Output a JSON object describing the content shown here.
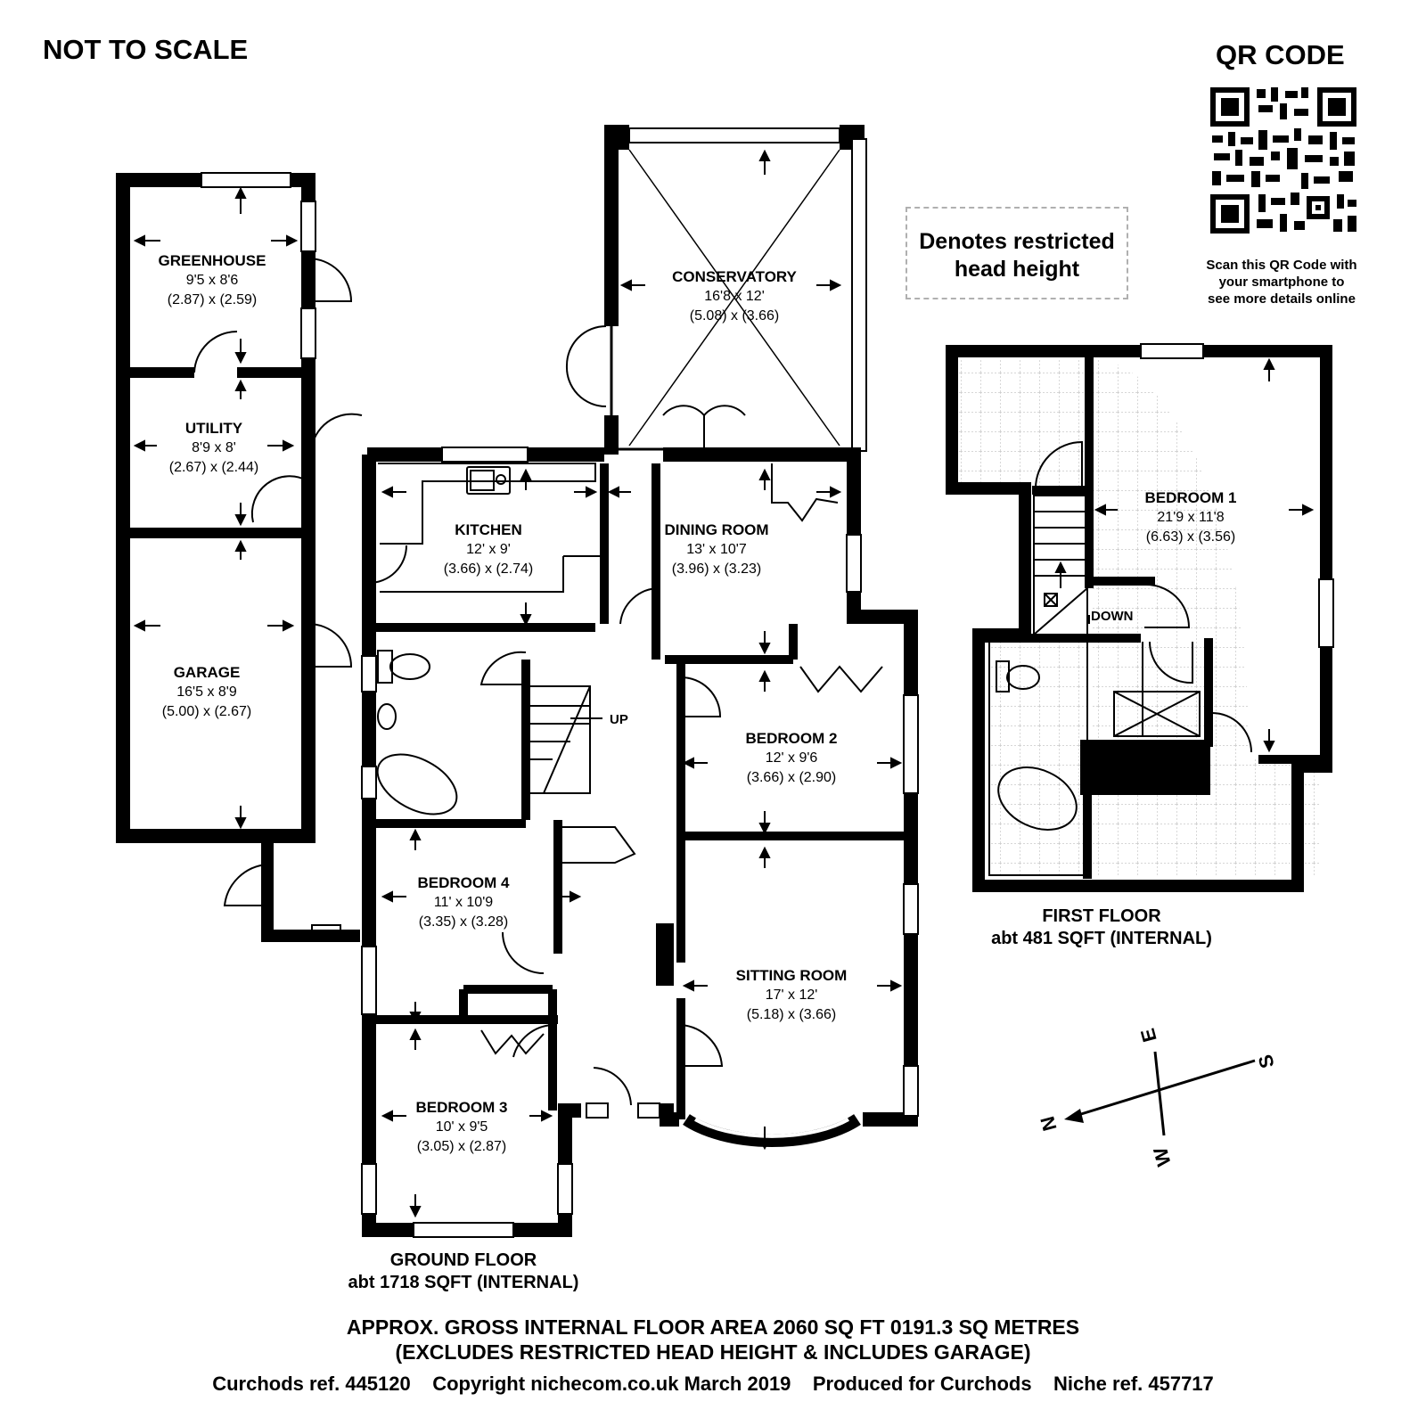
{
  "header": {
    "not_to_scale": "NOT TO SCALE",
    "qr_title": "QR CODE",
    "qr_note": [
      "Scan this QR Code with",
      "your smartphone to",
      "see more details online"
    ]
  },
  "legend": {
    "text": [
      "Denotes restricted",
      "head height"
    ]
  },
  "ground_floor": {
    "label": "GROUND FLOOR",
    "area": "abt 1718 SQFT (INTERNAL)",
    "rooms": {
      "greenhouse": {
        "name": "GREENHOUSE",
        "imperial": "9'5 x 8'6",
        "metric": "(2.87) x (2.59)"
      },
      "utility": {
        "name": "UTILITY",
        "imperial": "8'9 x 8'",
        "metric": "(2.67) x (2.44)"
      },
      "garage": {
        "name": "GARAGE",
        "imperial": "16'5 x 8'9",
        "metric": "(5.00) x (2.67)"
      },
      "conservatory": {
        "name": "CONSERVATORY",
        "imperial": "16'8 x 12'",
        "metric": "(5.08) x (3.66)"
      },
      "kitchen": {
        "name": "KITCHEN",
        "imperial": "12' x 9'",
        "metric": "(3.66) x (2.74)"
      },
      "dining_room": {
        "name": "DINING ROOM",
        "imperial": "13' x 10'7",
        "metric": "(3.96) x (3.23)"
      },
      "bedroom_2": {
        "name": "BEDROOM 2",
        "imperial": "12' x 9'6",
        "metric": "(3.66) x (2.90)"
      },
      "bedroom_4": {
        "name": "BEDROOM 4",
        "imperial": "11' x 10'9",
        "metric": "(3.35) x (3.28)"
      },
      "sitting_room": {
        "name": "SITTING ROOM",
        "imperial": "17' x 12'",
        "metric": "(5.18) x (3.66)"
      },
      "bedroom_3": {
        "name": "BEDROOM 3",
        "imperial": "10' x 9'5",
        "metric": "(3.05) x (2.87)"
      }
    },
    "stair_label": "UP"
  },
  "first_floor": {
    "label": "FIRST FLOOR",
    "area": "abt 481 SQFT (INTERNAL)",
    "rooms": {
      "bedroom_1": {
        "name": "BEDROOM 1",
        "imperial": "21'9 x 11'8",
        "metric": "(6.63) x (3.56)"
      }
    },
    "stair_label": "DOWN"
  },
  "compass": {
    "n": "N",
    "e": "E",
    "s": "S",
    "w": "W"
  },
  "footer": {
    "gross_area": "APPROX. GROSS INTERNAL FLOOR AREA 2060 SQ FT 0191.3 SQ METRES",
    "exclusions": "(EXCLUDES RESTRICTED HEAD HEIGHT & INCLUDES GARAGE)",
    "refs": "Curchods ref. 445120    Copyright nichecom.co.uk March 2019    Produced for Curchods    Niche ref. 457717"
  }
}
